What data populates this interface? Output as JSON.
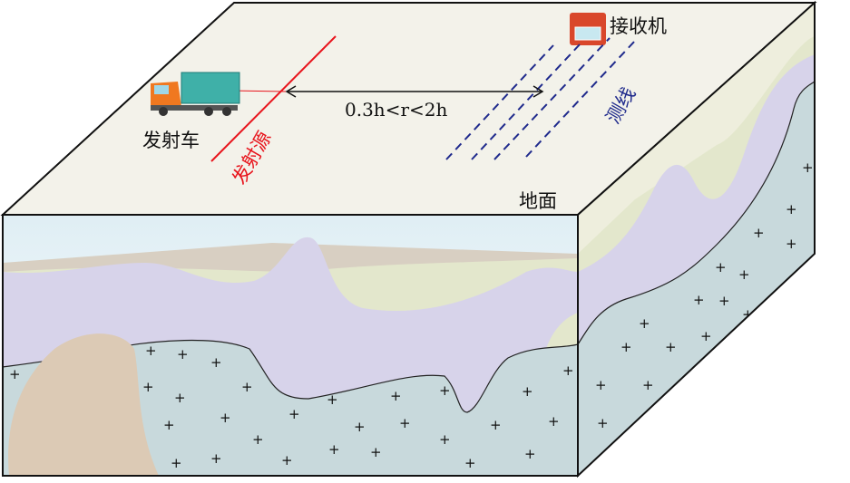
{
  "labels": {
    "truck": "发射车",
    "source": "发射源",
    "distance": "0.3h<r<2h",
    "receiver": "接收机",
    "survey_line": "测线",
    "ground": "地面"
  },
  "colors": {
    "surface": "#f3f2ea",
    "source_line": "#e8141c",
    "survey_line": "#1f2a8c",
    "lavender": "#d7d3ea",
    "green": "#e3e7cc",
    "granite": "#c8d9dc",
    "tan": "#dccab5",
    "beige": "#d8cfc2"
  }
}
